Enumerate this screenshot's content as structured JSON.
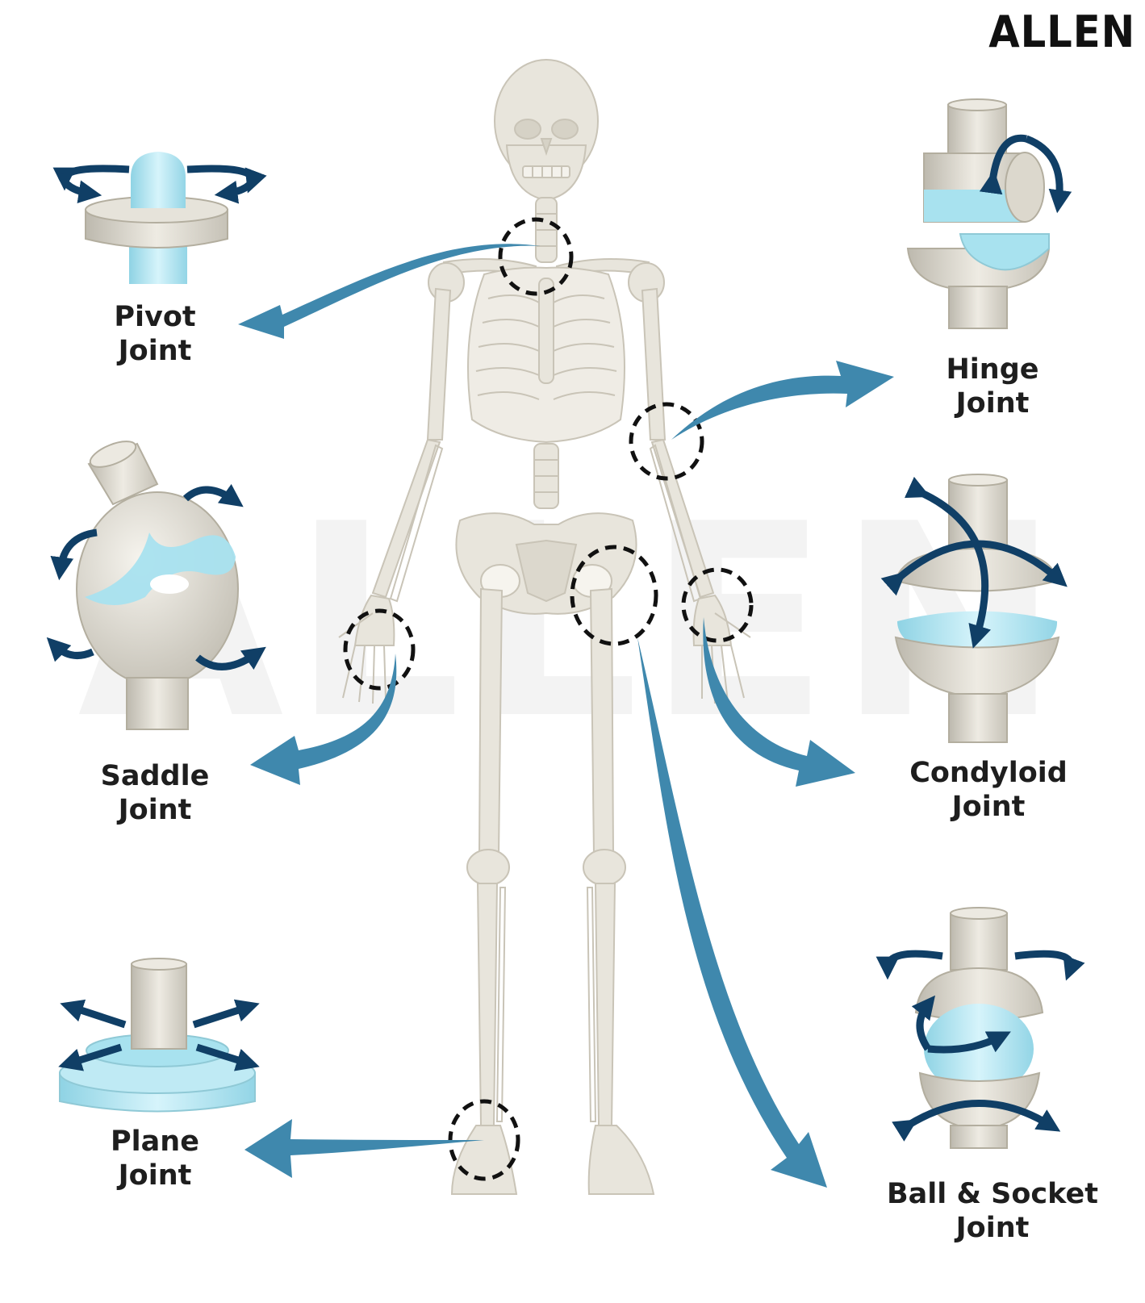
{
  "brand": {
    "logo_text": "ALLEN",
    "watermark_text": "ALLEN"
  },
  "joints": {
    "pivot": {
      "line1": "Pivot",
      "line2": "Joint",
      "icon": "pivot-joint-icon"
    },
    "hinge": {
      "line1": "Hinge",
      "line2": "Joint",
      "icon": "hinge-joint-icon"
    },
    "saddle": {
      "line1": "Saddle",
      "line2": "Joint",
      "icon": "saddle-joint-icon"
    },
    "condyloid": {
      "line1": "Condyloid",
      "line2": "Joint",
      "icon": "condyloid-joint-icon"
    },
    "plane": {
      "line1": "Plane",
      "line2": "Joint",
      "icon": "plane-joint-icon"
    },
    "ball": {
      "line1": "Ball & Socket",
      "line2": "Joint",
      "icon": "ball-socket-joint-icon"
    }
  },
  "colors": {
    "bone": "#e8e5dc",
    "bone_outline": "#c9c4b7",
    "pointer_blue": "#3f88ad",
    "motion_arrow": "#103f66",
    "cartilage": "#a8e2ef",
    "gray_part": "#d8d5cd"
  }
}
